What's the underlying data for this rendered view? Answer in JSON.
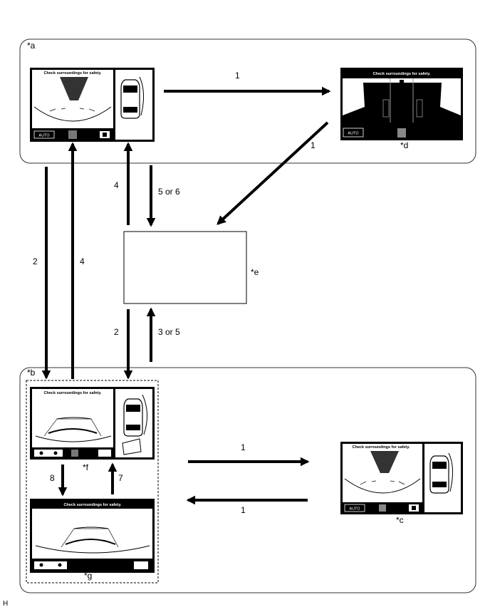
{
  "labels": {
    "a": "*a",
    "b": "*b",
    "c": "*c",
    "d": "*d",
    "e": "*e",
    "f": "*f",
    "g": "*g",
    "corner": "H"
  },
  "screen_text": "Check surroundings for safety.",
  "auto_label": "AUTO",
  "arrow_labels": {
    "a_to_d": "1",
    "d_to_e": "1",
    "a_to_b": "2",
    "b_to_a": "4",
    "e_to_a": "4",
    "a_to_e": "5 or 6",
    "e_to_b": "2",
    "b_to_e": "3 or 5",
    "f_to_g": "8",
    "g_to_f": "7",
    "b_to_c": "1",
    "c_to_b": "1"
  }
}
